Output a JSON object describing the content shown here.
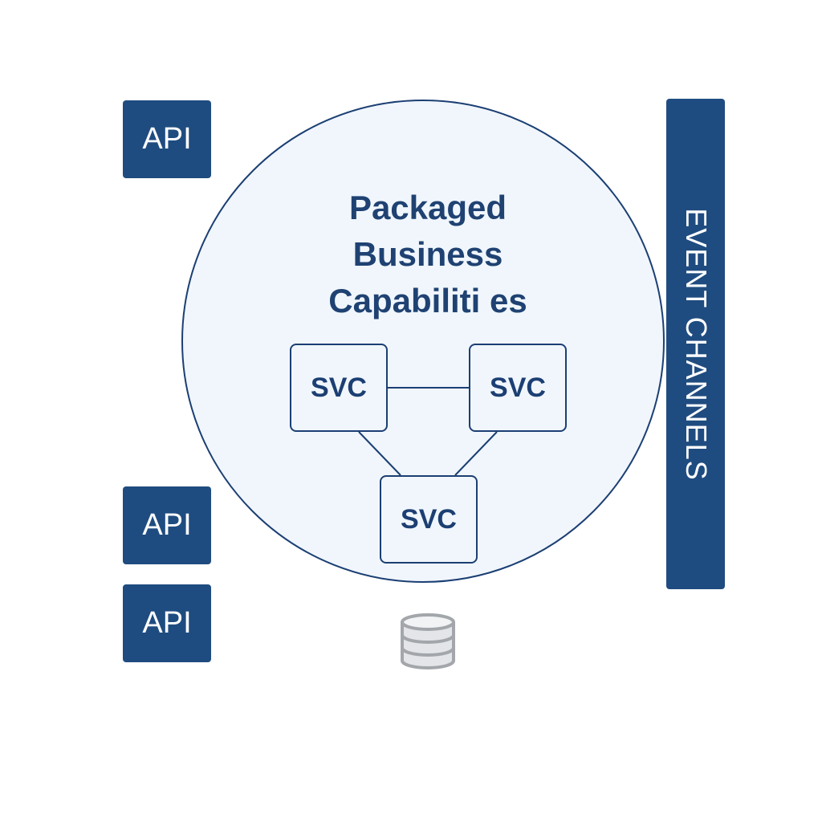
{
  "apis": [
    {
      "label": "API"
    },
    {
      "label": "API"
    },
    {
      "label": "API"
    }
  ],
  "pbc": {
    "title_lines": [
      "Packaged",
      "Business",
      "Capabiliti es"
    ]
  },
  "services": [
    {
      "label": "SVC"
    },
    {
      "label": "SVC"
    },
    {
      "label": "SVC"
    }
  ],
  "event_channels": {
    "label": "EVENT CHANNELS"
  },
  "icons": {
    "database": "database-icon"
  },
  "colors": {
    "primary": "#1f4c80",
    "outline": "#1c3f73",
    "circle_fill": "#f0f6fc",
    "database": "#a9acb0"
  }
}
